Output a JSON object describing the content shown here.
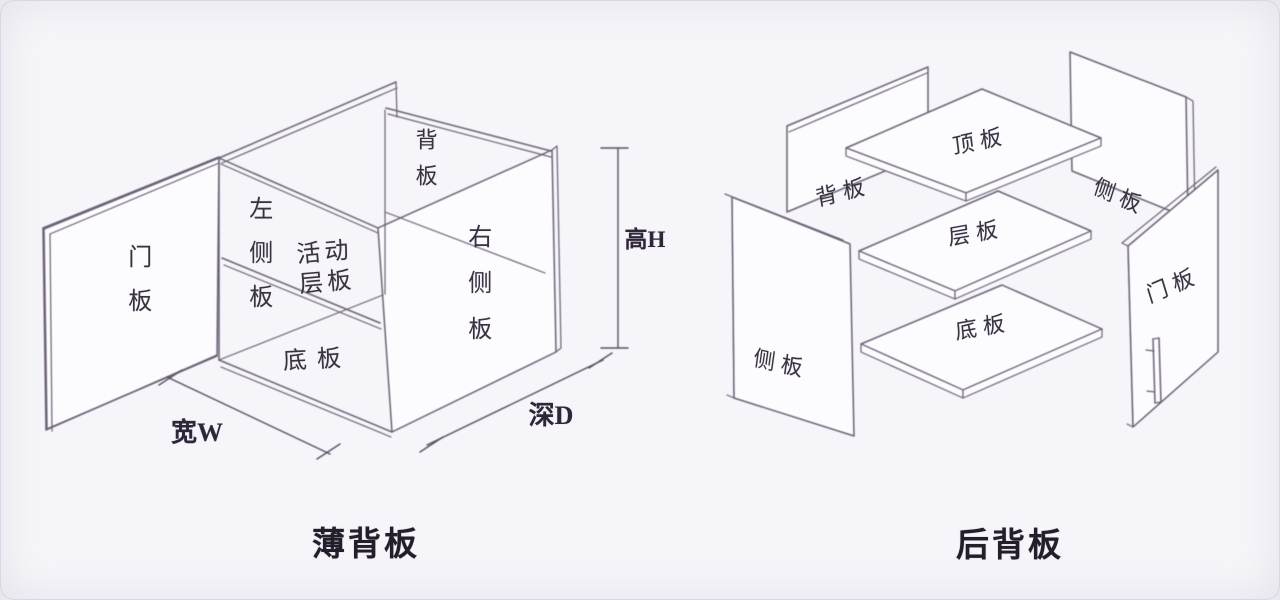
{
  "canvas": {
    "background_color": "#f6f5f9",
    "line_color": "#6b6275",
    "panel_fill_color": "#fcfbfe",
    "label_color": "#39323f",
    "caption_color": "#241e2b"
  },
  "left_diagram": {
    "caption": "薄背板",
    "labels": {
      "door": "门板",
      "left_side": "左侧板",
      "back": "背板",
      "right_side": "右侧板",
      "shelf": "活动层板",
      "bottom": "底板"
    },
    "dimensions": {
      "width": "宽W",
      "depth": "深D",
      "height": "高H"
    }
  },
  "right_diagram": {
    "caption": "后背板",
    "labels": {
      "back": "背板",
      "top": "顶板",
      "side_right": "侧板",
      "shelf": "层板",
      "side_left": "侧板",
      "bottom": "底板",
      "door": "门板"
    }
  }
}
